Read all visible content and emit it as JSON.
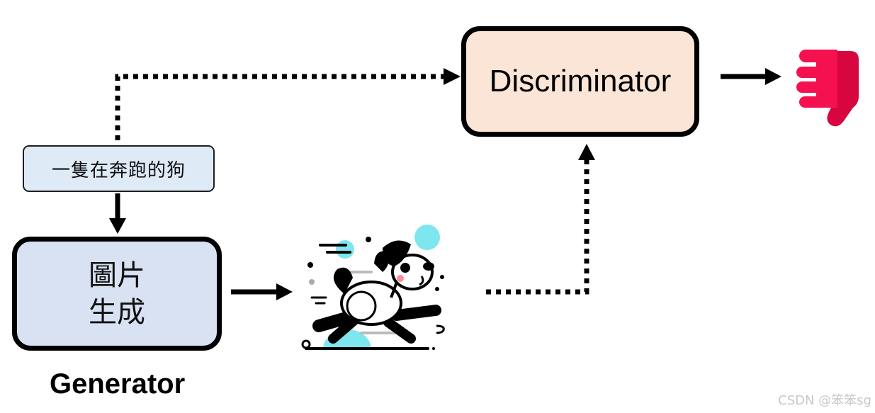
{
  "diagram": {
    "discriminator": {
      "label": "Discriminator"
    },
    "prompt": {
      "text": "一隻在奔跑的狗"
    },
    "generator": {
      "line1": "圖片",
      "line2": "生成",
      "caption": "Generator"
    },
    "output_icon": "thumbs-down-icon",
    "generated_image_icon": "running-dog-illustration",
    "colors": {
      "discriminator_fill": "#fbe5d6",
      "generator_fill": "#d9e2f3",
      "prompt_fill": "#dfeaf7",
      "thumb": "#f5104f",
      "accent_cyan": "#7ee6ee"
    }
  },
  "watermark": "CSDN @笨笨sg"
}
